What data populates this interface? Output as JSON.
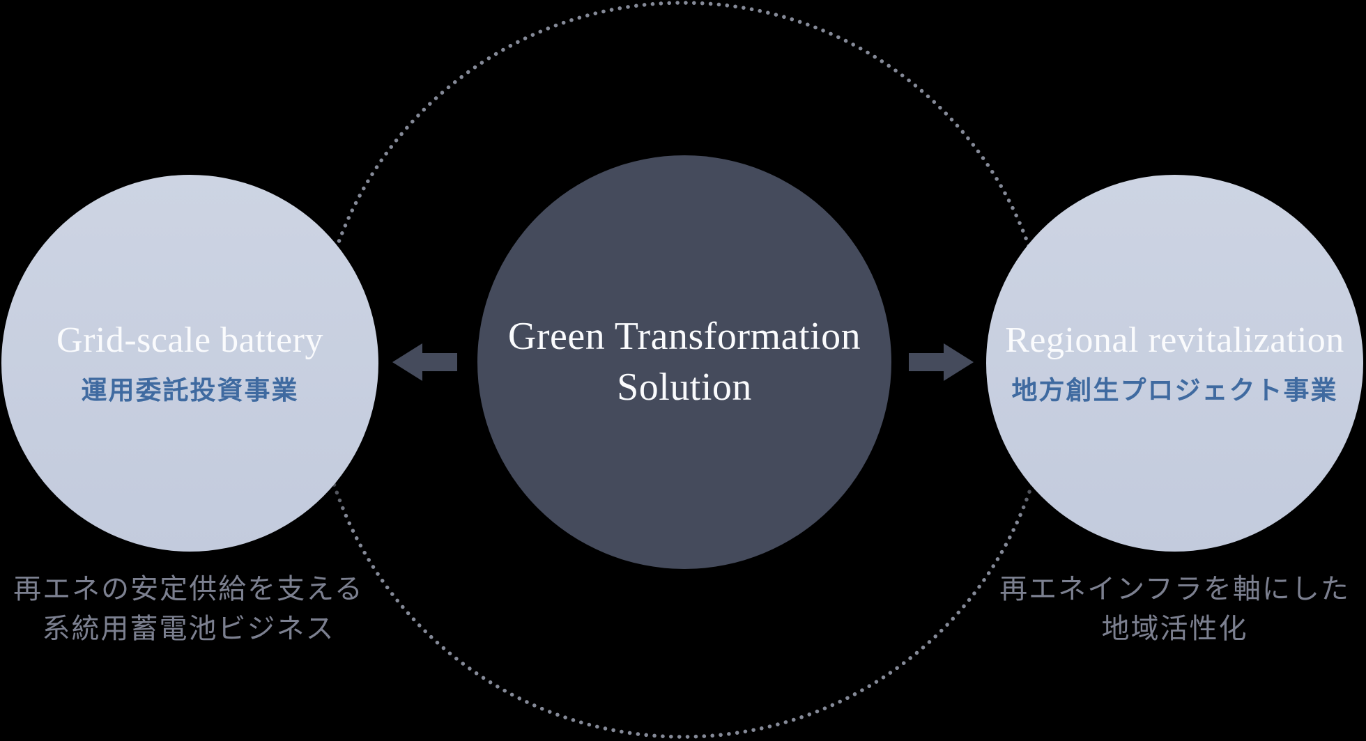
{
  "diagram": {
    "center_circle": {
      "title_line1": "Green Transformation",
      "title_line2": "Solution"
    },
    "left_circle": {
      "title": "Grid-scale battery",
      "subtitle": "運用委託投資事業",
      "caption_line1": "再エネの安定供給を支える",
      "caption_line2": "系統用蓄電池ビジネス"
    },
    "right_circle": {
      "title": "Regional revitalization",
      "subtitle": "地方創生プロジェクト事業",
      "caption_line1": "再エネインフラを軸にした",
      "caption_line2": "地域活性化"
    }
  },
  "icons": {
    "arrow_left": "left-pointing block arrow from center circle to left circle",
    "arrow_right": "right-pointing block arrow from center circle to right circle",
    "dotted_ring": "large dotted circle enclosing the center circle, fading at left and right extremes"
  },
  "colors": {
    "background": "#000000",
    "dark-circle": "#454b5c",
    "light-circle-top": "#cdd4e3",
    "light-circle-bottom": "#c3cbdd",
    "title-text": "#fafbfd",
    "subtitle-blue": "#3f6aa0",
    "caption-gray": "#7c8090",
    "arrow": "#454b5c",
    "dot": "#858a98"
  }
}
